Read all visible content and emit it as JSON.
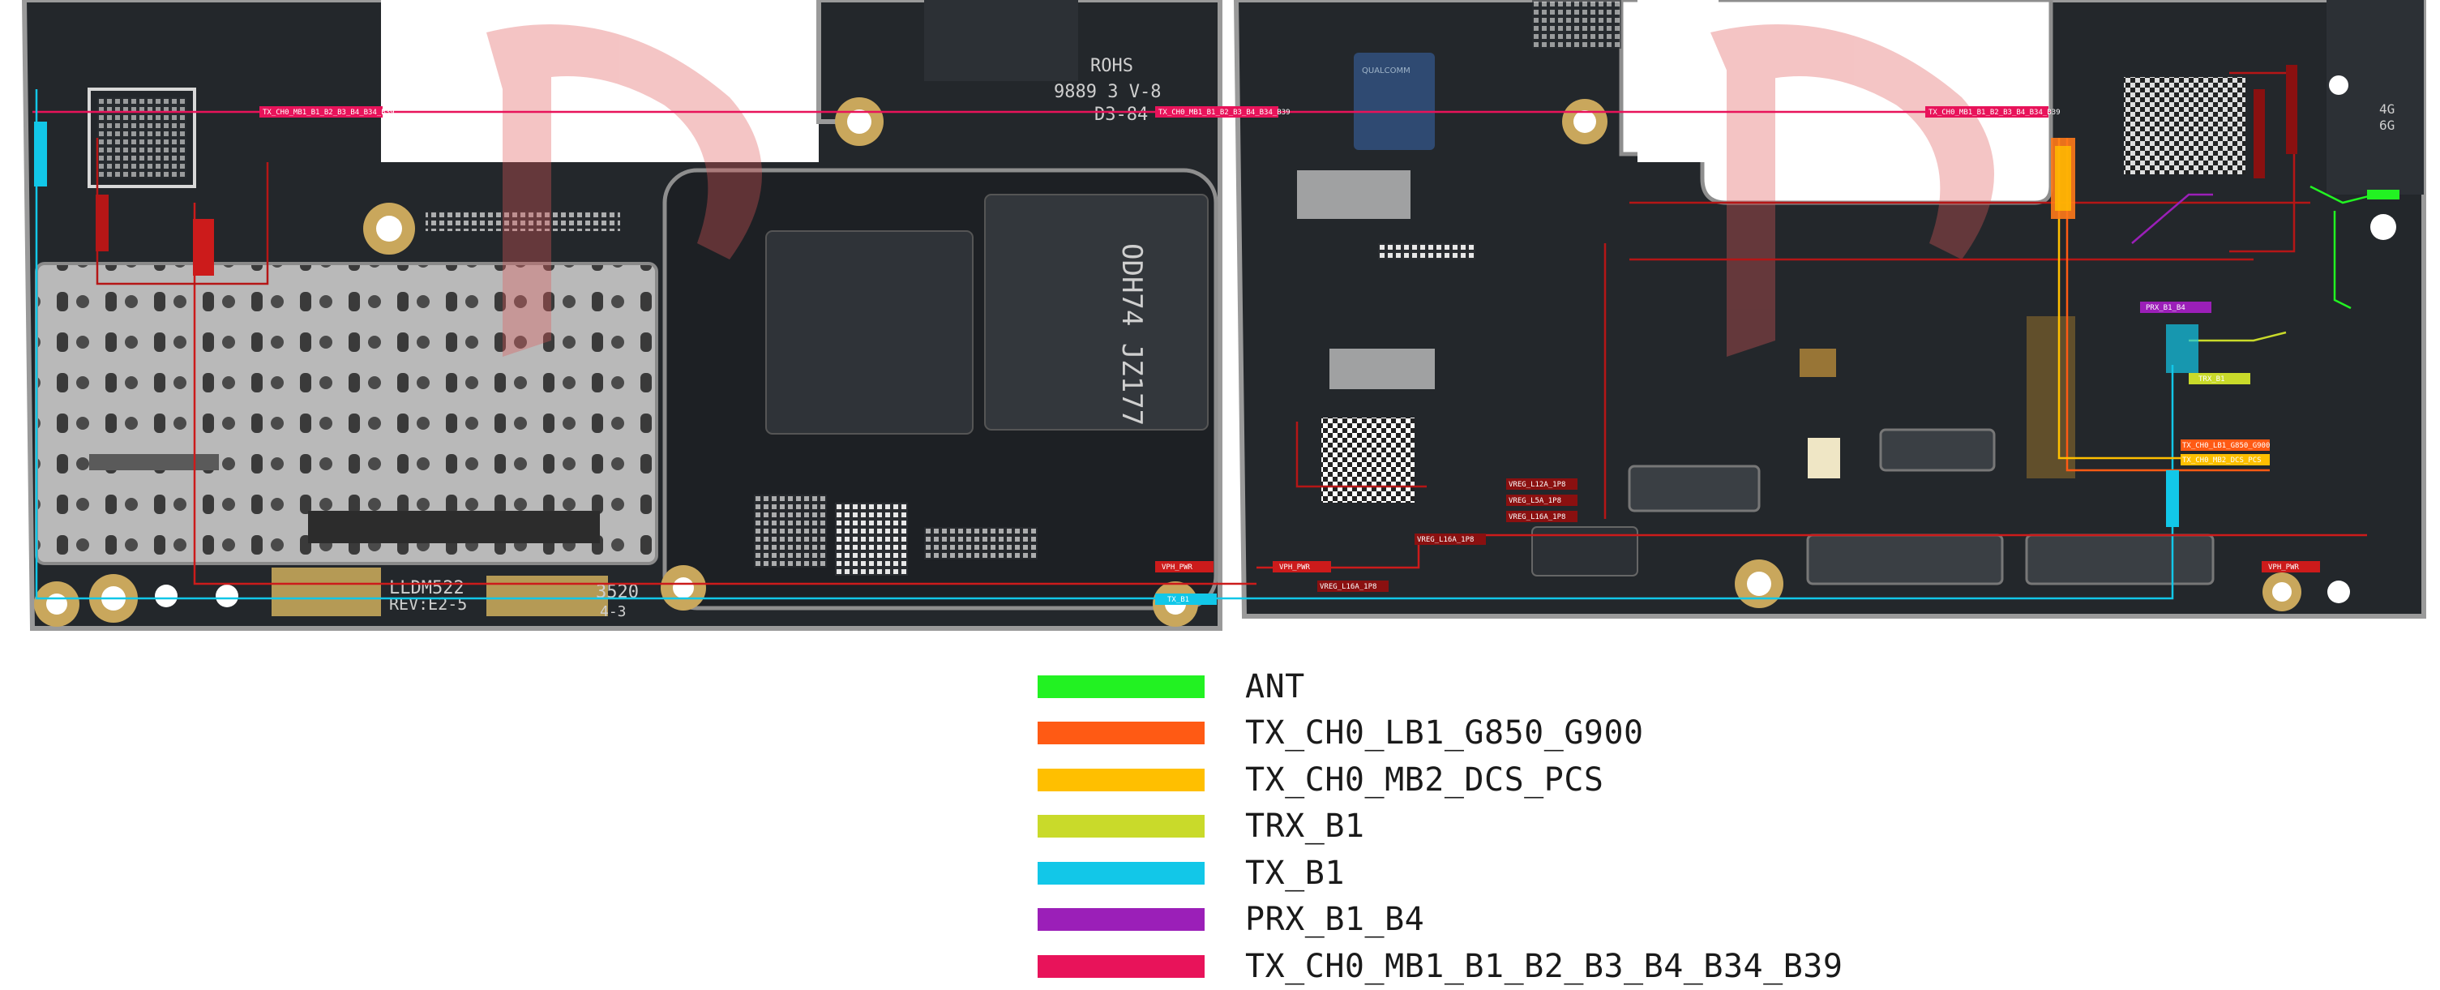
{
  "board": {
    "silkscreen": {
      "rohs": "ROHS",
      "model": "LLDM522",
      "rev": "REV:E2-5",
      "code1": "9889 3 V-8",
      "code2": "D3-84",
      "code3": "3520",
      "code4": "4-3",
      "chip_brand": "QUALCOMM",
      "chip_code": "ODH74 JZ177",
      "label_4g": "4G",
      "label_6g": "6G"
    },
    "net_tags": {
      "tx_ch0_mb1_a": "TX_CH0_MB1_B1_B2_B3_B4_B34_B39",
      "tx_ch0_mb1_b": "TX_CH0_MB1_B1_B2_B3_B4_B34_B39",
      "tx_ch0_mb1_c": "TX_CH0_MB1_B1_B2_B3_B4_B34_B39",
      "vph_pwr_1": "VPH_PWR",
      "vph_pwr_2": "VPH_PWR",
      "vph_pwr_3": "VPH_PWR",
      "vreg_l12a_1p8": "VREG_L12A_1P8",
      "vreg_l5a_1p8": "VREG_L5A_1P8",
      "vreg_l16a_1p8_a": "VREG_L16A_1P8",
      "vreg_l16a_1p8_b": "VREG_L16A_1P8",
      "vreg_l16a_1p8_c": "VREG_L16A_1P8",
      "tx_b1": "TX_B1",
      "trx_b1": "TRX_B1",
      "prx_b1_b4": "PRX_B1_B4",
      "tx_lb1": "TX_CH0_LB1_G850_G900",
      "tx_mb2": "TX_CH0_MB2_DCS_PCS"
    }
  },
  "legend": [
    {
      "label": "ANT",
      "color": "#22f222"
    },
    {
      "label": "TX_CH0_LB1_G850_G900",
      "color": "#ff5a14"
    },
    {
      "label": "TX_CH0_MB2_DCS_PCS",
      "color": "#ffbf00"
    },
    {
      "label": "TRX_B1",
      "color": "#c9da2a"
    },
    {
      "label": "TX_B1",
      "color": "#12c7e8"
    },
    {
      "label": "PRX_B1_B4",
      "color": "#9b1fb8"
    },
    {
      "label": "TX_CH0_MB1_B1_B2_B3_B4_B34_B39",
      "color": "#e8135a"
    }
  ]
}
